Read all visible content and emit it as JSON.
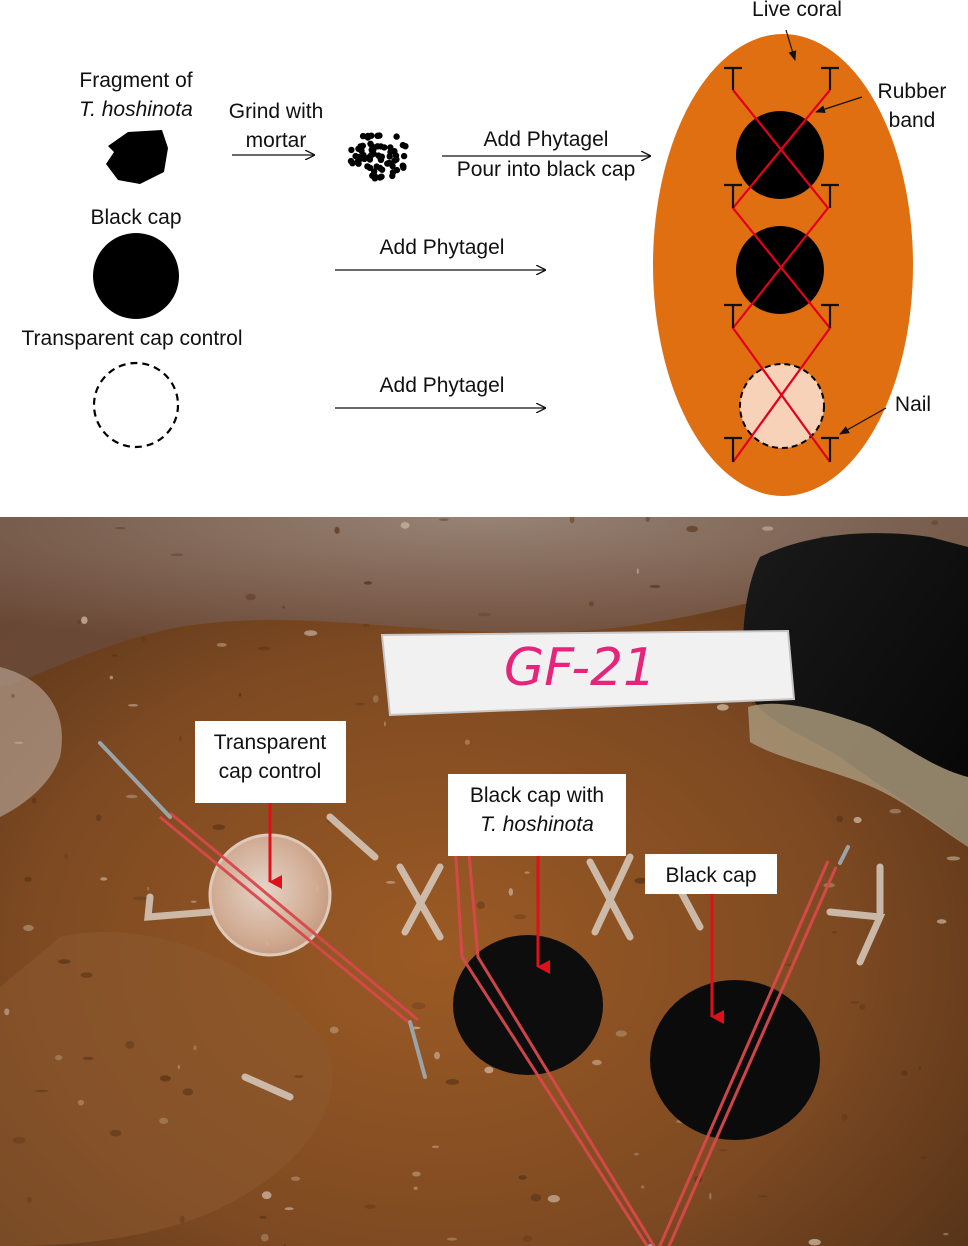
{
  "diagram": {
    "fragment_label_line1": "Fragment of",
    "fragment_label_line2": "T. hoshinota",
    "grind_label_line1": "Grind with",
    "grind_label_line2": "mortar",
    "phytagel_pour_line1": "Add Phytagel",
    "phytagel_pour_line2": "Pour into black cap",
    "black_cap_label": "Black cap",
    "add_phytagel_black": "Add Phytagel",
    "transparent_cap_label": "Transparent cap control",
    "add_phytagel_transparent": "Add Phytagel",
    "live_coral_label": "Live coral",
    "rubber_band_line1": "Rubber",
    "rubber_band_line2": "band",
    "nail_label": "Nail",
    "colors": {
      "coral": "#e06f12",
      "rubber_band": "#e3001b",
      "black": "#000000",
      "transparent_cap_fill": "#f7d2b8"
    }
  },
  "photo": {
    "tag_text": "GF-21",
    "callout_transparent_line1": "Transparent",
    "callout_transparent_line2": "cap control",
    "callout_black_with_line1": "Black cap with",
    "callout_black_with_line2": "T. hoshinota",
    "callout_black": "Black cap",
    "colors": {
      "arrow": "#e0101a",
      "tag_text": "#e5247a"
    }
  }
}
